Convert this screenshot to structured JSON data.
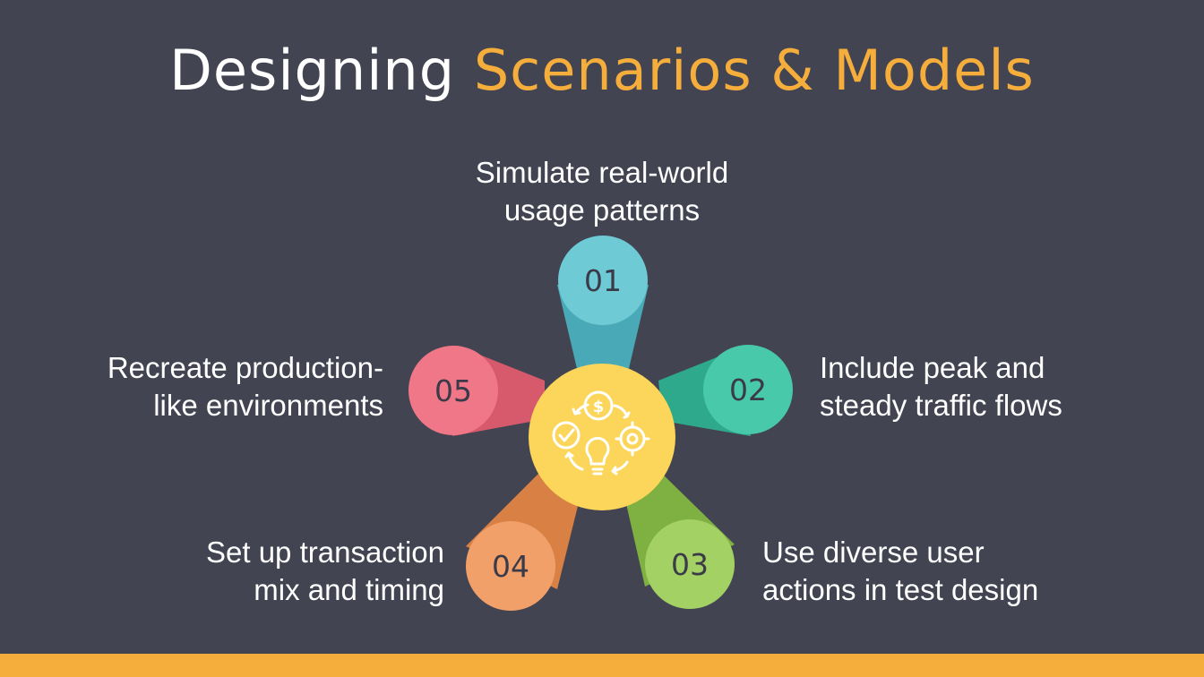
{
  "title": {
    "part1": "Designing",
    "part2": "Scenarios & Models"
  },
  "steps": [
    {
      "number": "01",
      "line1": "Simulate real-world",
      "line2": "usage patterns",
      "color": "#6ecad5",
      "stem_color": "#4aa9b6"
    },
    {
      "number": "02",
      "line1": "Include peak and",
      "line2": "steady traffic flows",
      "color": "#48c9aa",
      "stem_color": "#2ea98b"
    },
    {
      "number": "03",
      "line1": "Use diverse user",
      "line2": "actions in test design",
      "color": "#a3d163",
      "stem_color": "#7fb042"
    },
    {
      "number": "04",
      "line1": "Set up transaction",
      "line2": "mix and timing",
      "color": "#f2a06a",
      "stem_color": "#d98045"
    },
    {
      "number": "05",
      "line1": "Recreate production-",
      "line2": "like environments",
      "color": "#f07788",
      "stem_color": "#d65a6b"
    }
  ],
  "center": {
    "icon": "process-cycle-icon",
    "color": "#fbd65a"
  },
  "colors": {
    "background": "#434452",
    "accent": "#f5ad3c",
    "number_text": "#3a3a48"
  }
}
